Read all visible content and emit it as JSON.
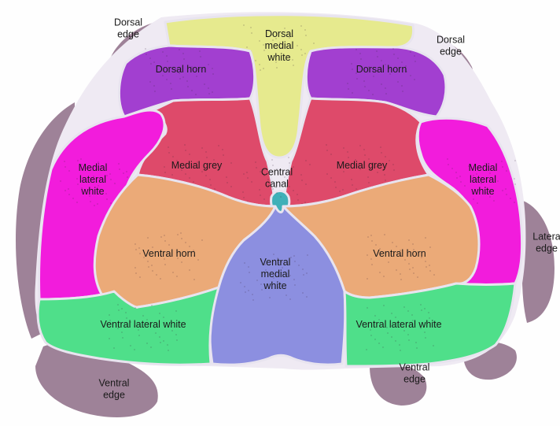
{
  "regions": [
    {
      "key": "dorsal_medial_white",
      "lines": [
        "Dorsal",
        "medial",
        "white"
      ],
      "color": "#e6ea8e",
      "text_color": "dark"
    },
    {
      "key": "dorsal_horn_left",
      "lines": [
        "Dorsal horn"
      ],
      "color": "#a23fd0",
      "text_color": "dark"
    },
    {
      "key": "dorsal_horn_right",
      "lines": [
        "Dorsal horn"
      ],
      "color": "#a23fd0",
      "text_color": "dark"
    },
    {
      "key": "medial_grey_left",
      "lines": [
        "Medial grey"
      ],
      "color": "#de4a6a",
      "text_color": "dark"
    },
    {
      "key": "medial_grey_right",
      "lines": [
        "Medial grey"
      ],
      "color": "#de4a6a",
      "text_color": "dark"
    },
    {
      "key": "central_canal",
      "lines": [
        "Central",
        "canal"
      ],
      "color": "#3fb0b8",
      "text_color": "dark"
    },
    {
      "key": "medial_lateral_white_left",
      "lines": [
        "Medial",
        "lateral",
        "white"
      ],
      "color": "#f21cdc",
      "text_color": "dark"
    },
    {
      "key": "medial_lateral_white_right",
      "lines": [
        "Medial",
        "lateral",
        "white"
      ],
      "color": "#f21cdc",
      "text_color": "dark"
    },
    {
      "key": "ventral_horn_left",
      "lines": [
        "Ventral horn"
      ],
      "color": "#ebaa78",
      "text_color": "dark"
    },
    {
      "key": "ventral_horn_right",
      "lines": [
        "Ventral horn"
      ],
      "color": "#ebaa78",
      "text_color": "dark"
    },
    {
      "key": "ventral_medial_white",
      "lines": [
        "Ventral",
        "medial",
        "white"
      ],
      "color": "#8c8fe0",
      "text_color": "dark"
    },
    {
      "key": "ventral_lateral_white_left",
      "lines": [
        "Ventral lateral white"
      ],
      "color": "#4fdf8a",
      "text_color": "dark"
    },
    {
      "key": "ventral_lateral_white_right",
      "lines": [
        "Ventral lateral white"
      ],
      "color": "#4fdf8a",
      "text_color": "dark"
    }
  ],
  "edge_labels": {
    "dorsal_edge_left": [
      "Dorsal",
      "edge"
    ],
    "dorsal_edge_right": [
      "Dorsal",
      "edge"
    ],
    "lateral_edge_right": [
      "Latera",
      "edge"
    ],
    "ventral_edge_left": [
      "Ventral",
      "edge"
    ],
    "ventral_edge_right": [
      "Ventral",
      "edge"
    ]
  },
  "colors": {
    "tissue_edge": "#8d6c86",
    "outline": "#e8e4ef"
  }
}
